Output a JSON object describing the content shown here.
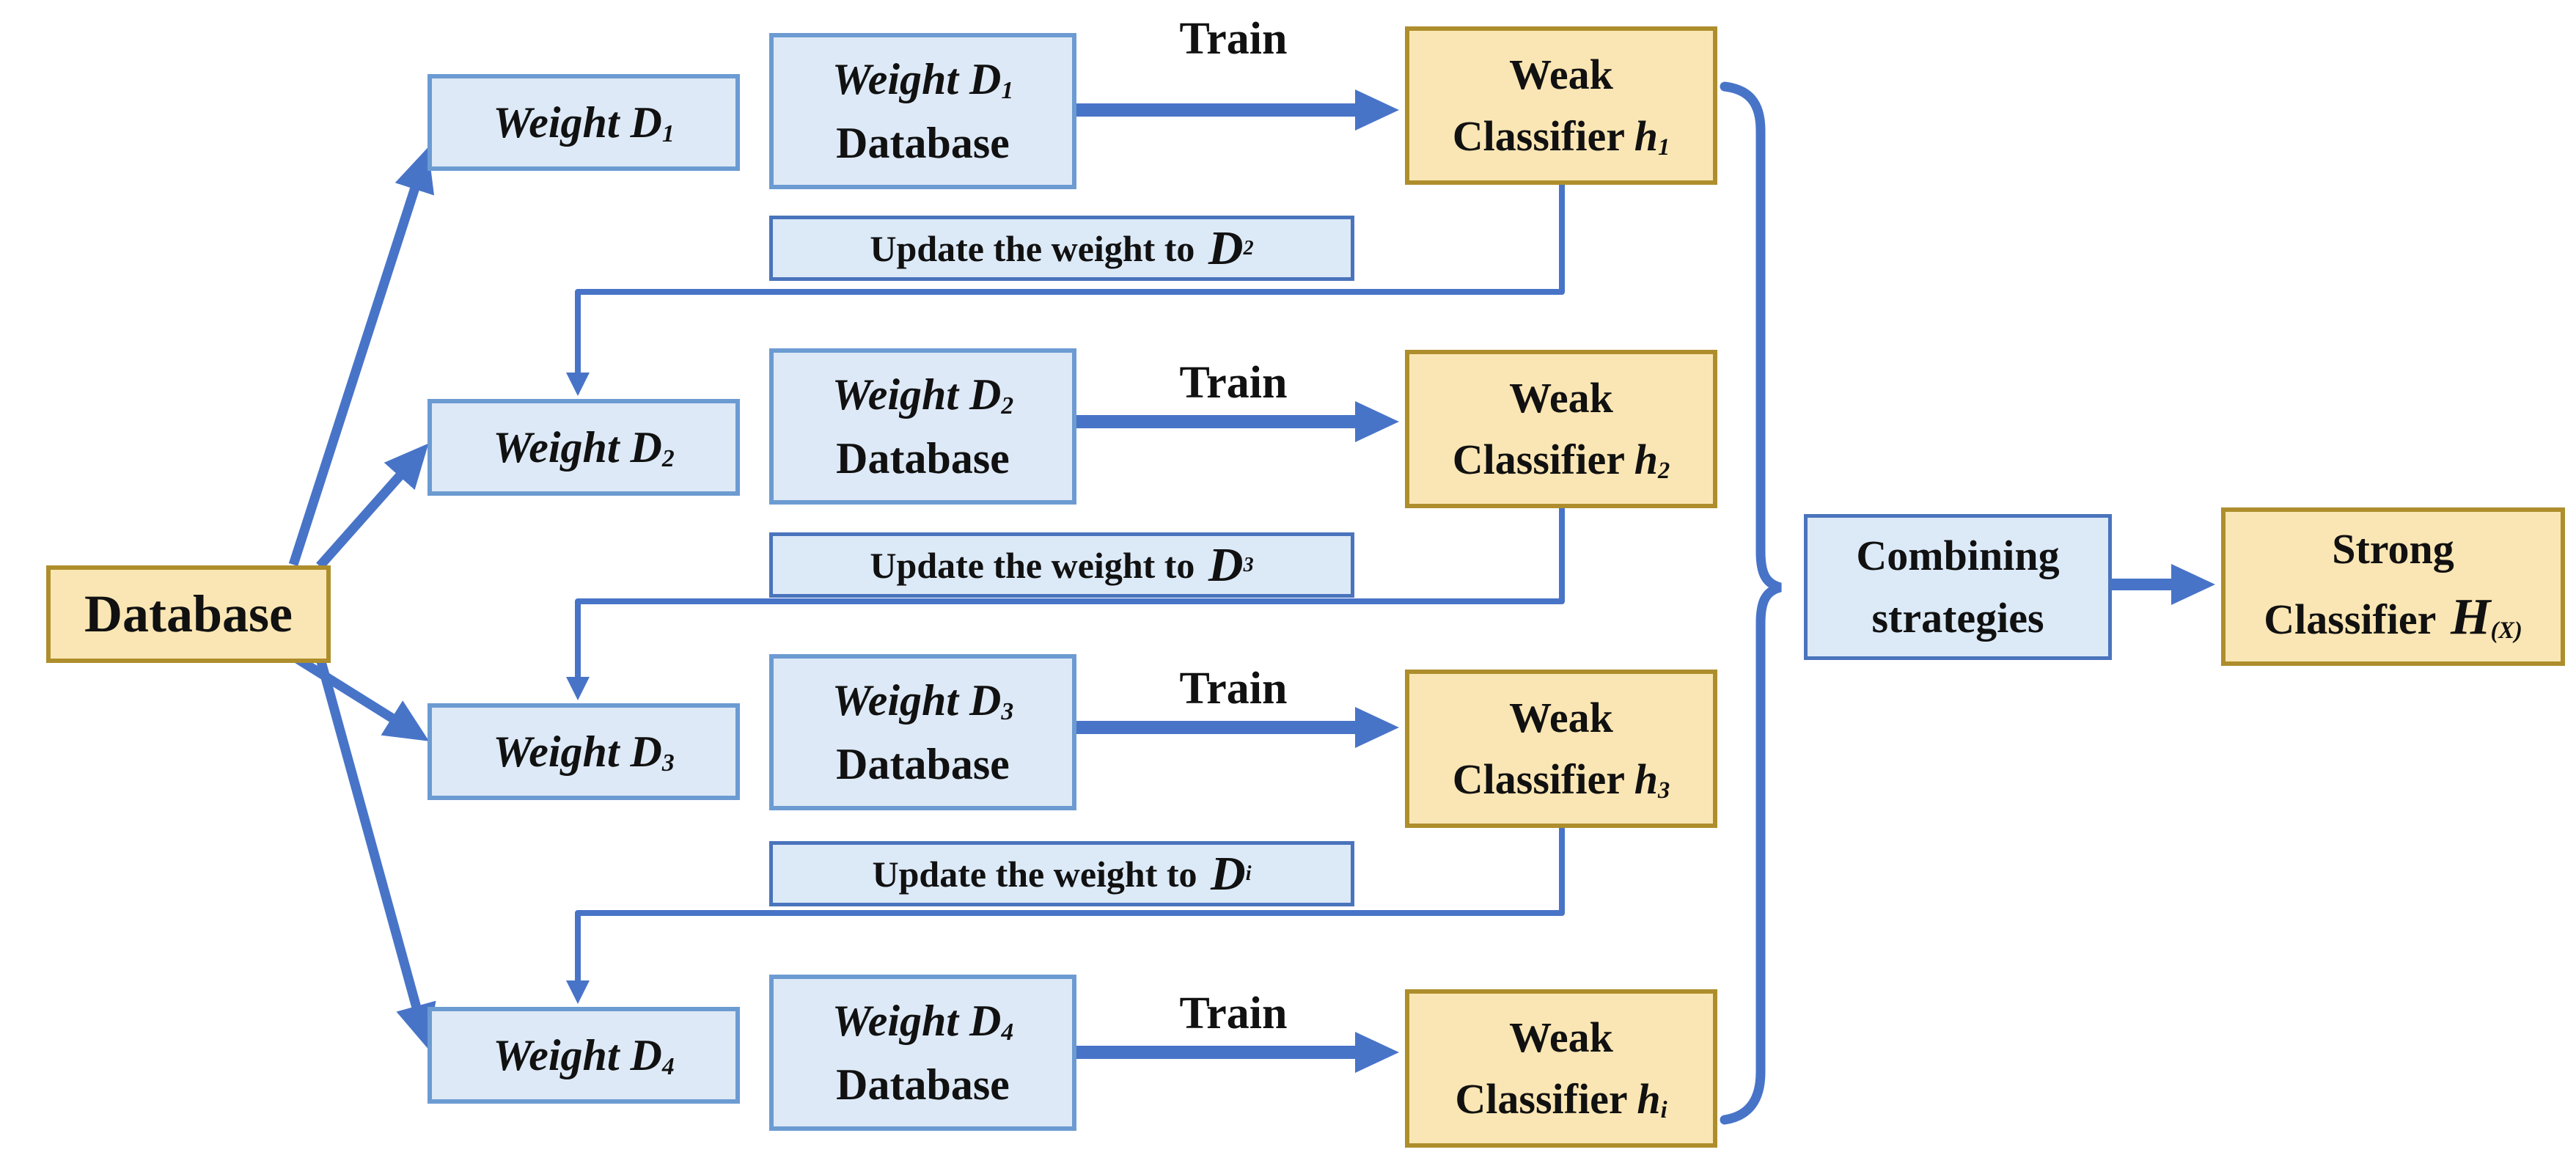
{
  "colors": {
    "arrow_blue": "#4874C8",
    "light_blue_fill": "#DDE9F6",
    "light_blue_border": "#6C9BD2",
    "dark_blue_border": "#4A74BC",
    "yellow_fill": "#FAE6B4",
    "yellow_border": "#AE8E2C",
    "text": "#111111"
  },
  "database": {
    "label": "Database"
  },
  "rows": [
    {
      "weight": {
        "base": "Weight D",
        "sub": "1"
      },
      "database": {
        "line1_base": "Weight D",
        "line1_sub": "1",
        "line2": "Database"
      },
      "train": "Train",
      "weak": {
        "line1": "Weak",
        "line2": "Classifier",
        "var": "h",
        "sub": "1"
      }
    },
    {
      "weight": {
        "base": "Weight D",
        "sub": "2"
      },
      "database": {
        "line1_base": "Weight D",
        "line1_sub": "2",
        "line2": "Database"
      },
      "train": "Train",
      "weak": {
        "line1": "Weak",
        "line2": "Classifier",
        "var": "h",
        "sub": "2"
      }
    },
    {
      "weight": {
        "base": "Weight D",
        "sub": "3"
      },
      "database": {
        "line1_base": "Weight D",
        "line1_sub": "3",
        "line2": "Database"
      },
      "train": "Train",
      "weak": {
        "line1": "Weak",
        "line2": "Classifier",
        "var": "h",
        "sub": "3"
      }
    },
    {
      "weight": {
        "base": "Weight D",
        "sub": "4"
      },
      "database": {
        "line1_base": "Weight D",
        "line1_sub": "4",
        "line2": "Database"
      },
      "train": "Train",
      "weak": {
        "line1": "Weak",
        "line2": "Classifier",
        "var": "h",
        "sub": "i"
      }
    }
  ],
  "updates": [
    {
      "text": "Update the weight to",
      "var": "D",
      "sub": "2"
    },
    {
      "text": "Update the weight to",
      "var": "D",
      "sub": "3"
    },
    {
      "text": "Update the weight to",
      "var": "D",
      "sub": "i"
    }
  ],
  "combining": {
    "line1": "Combining",
    "line2": "strategies"
  },
  "strong": {
    "line1": "Strong",
    "line2": "Classifier",
    "var": "H",
    "sub": "(X)"
  }
}
